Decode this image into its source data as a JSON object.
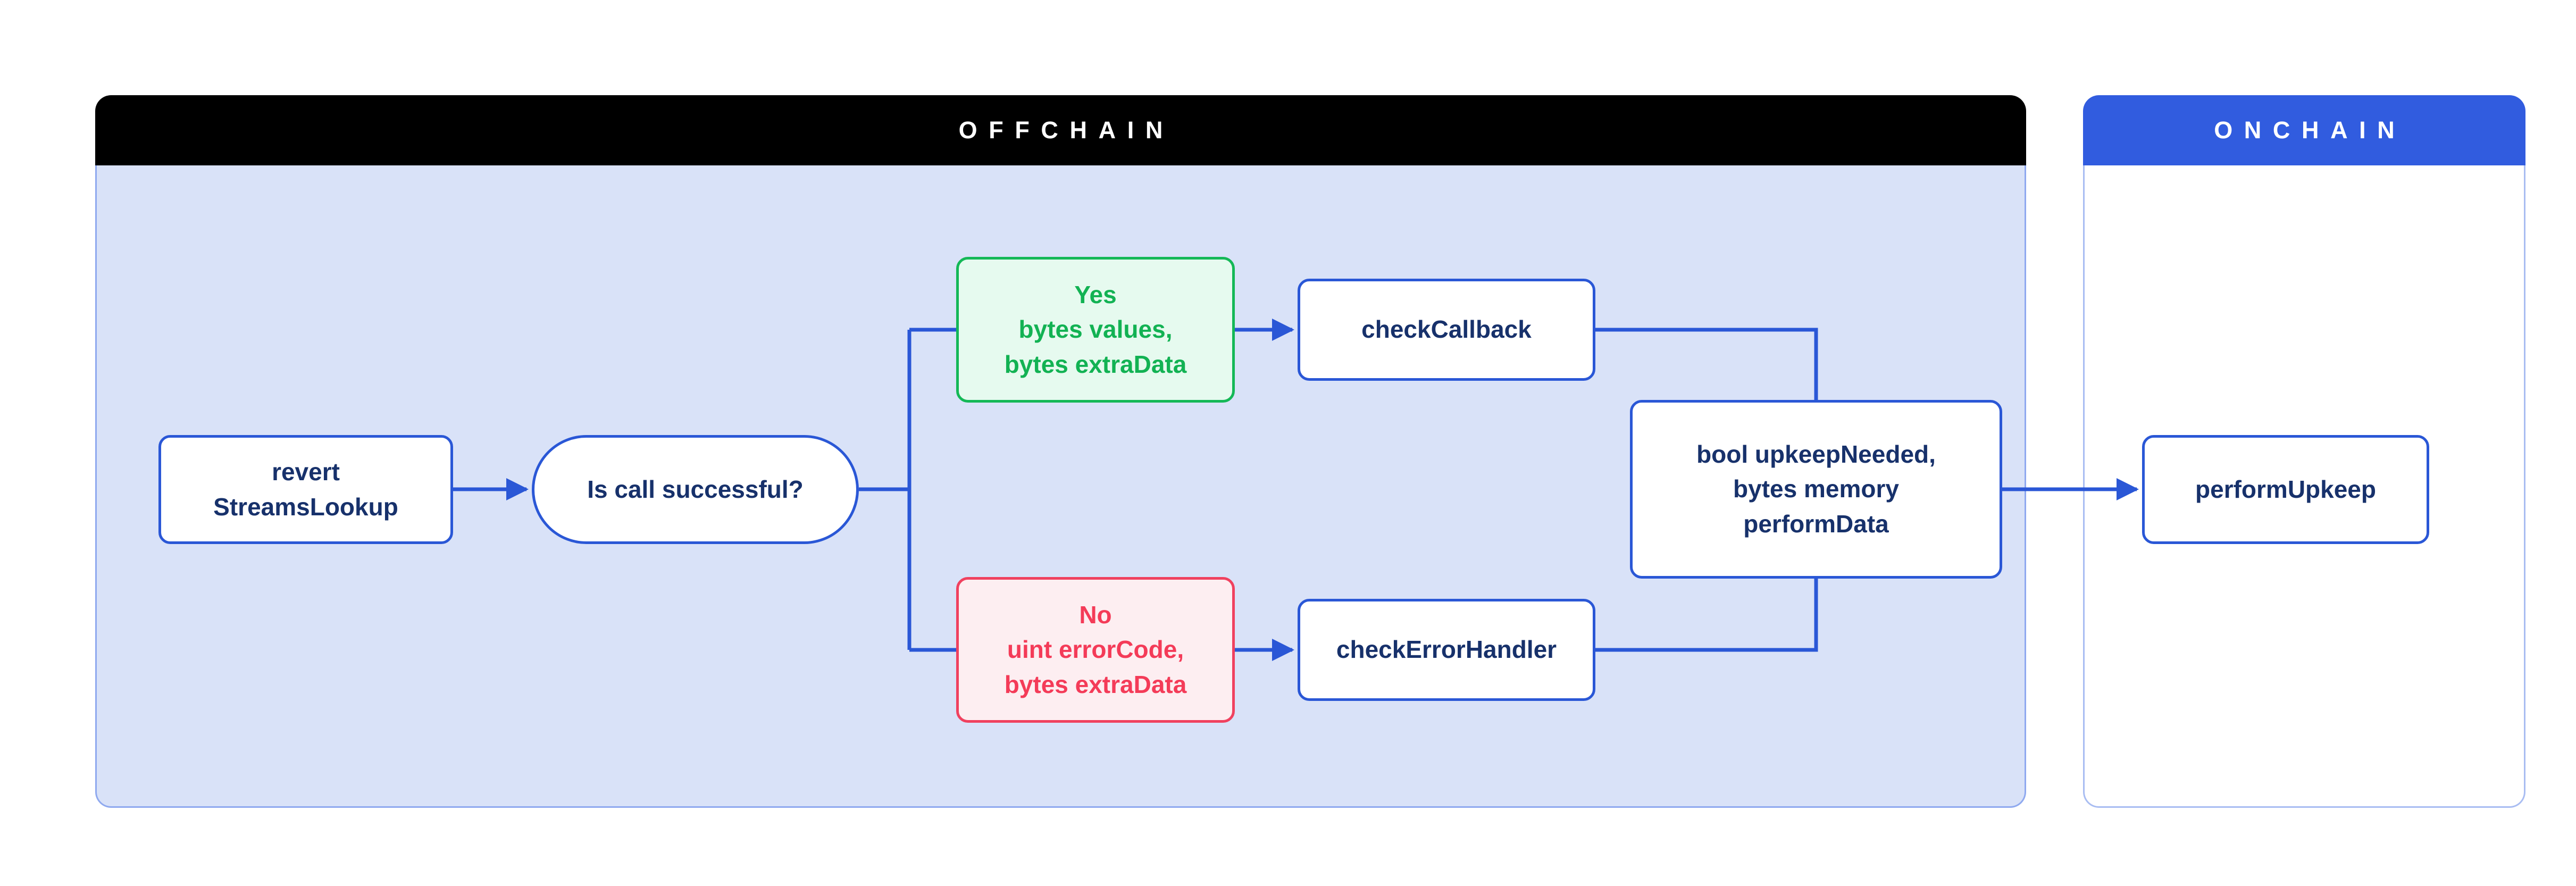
{
  "colors": {
    "accent": "#2a57d6",
    "navy": "#17316b",
    "offchain_header_bg": "#000000",
    "onchain_header_bg": "#315cdf",
    "offchain_body_bg": "#d9e2f8",
    "offchain_border": "#8fa9ef",
    "onchain_border": "#a9bdf2",
    "green_border": "#14b857",
    "green_text": "#12b253",
    "green_bg": "#e6faef",
    "red_border": "#f0415f",
    "red_text": "#f43b58",
    "red_bg": "#fdeef1",
    "header_text": "#ffffff",
    "page_bg": "#ffffff"
  },
  "lanes": {
    "offchain": {
      "title": "OFFCHAIN"
    },
    "onchain": {
      "title": "ONCHAIN"
    }
  },
  "nodes": {
    "revert": {
      "lines": [
        "revert",
        "StreamsLookup"
      ]
    },
    "decision": {
      "label": "Is call successful?"
    },
    "yes": {
      "lines": [
        "Yes",
        "bytes values,",
        "bytes extraData"
      ]
    },
    "no": {
      "lines": [
        "No",
        "uint errorCode,",
        "bytes extraData"
      ]
    },
    "check_callback": {
      "label": "checkCallback"
    },
    "check_error_handler": {
      "label": "checkErrorHandler"
    },
    "result": {
      "lines": [
        "bool upkeepNeeded,",
        "bytes memory",
        "performData"
      ]
    },
    "perform_upkeep": {
      "label": "performUpkeep"
    }
  }
}
